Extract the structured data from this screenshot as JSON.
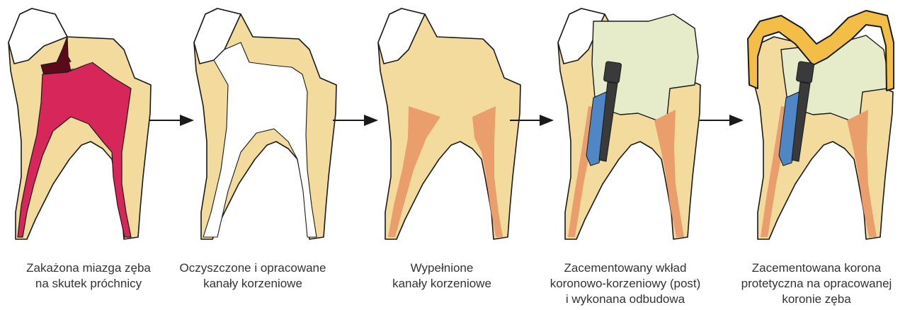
{
  "colors": {
    "dentin": "#F3DB9E",
    "enamel": "#FFFFFF",
    "outline": "#1A1A1A",
    "infected_pulp": "#D7275A",
    "decay": "#5A0A1A",
    "canal_filling": "#EA9E6C",
    "buildup": "#E6EBC9",
    "cement": "#4F86C6",
    "post": "#3A3A3A",
    "crown": "#F2BE46",
    "arrow": "#1A1A1A"
  },
  "steps": [
    {
      "icon": "infected-tooth-icon",
      "caption": [
        "Zakażona miazga zęba",
        "na skutek próchnicy"
      ]
    },
    {
      "icon": "cleaned-canals-tooth-icon",
      "caption": [
        "Oczyszczone i opracowane",
        "kanały korzeniowe"
      ]
    },
    {
      "icon": "filled-canals-tooth-icon",
      "caption": [
        "Wypełnione",
        "kanały korzeniowe"
      ]
    },
    {
      "icon": "post-buildup-tooth-icon",
      "caption": [
        "Zacementowany wkład",
        "koronowo-korzeniowy (post)",
        "i wykonana odbudowa"
      ]
    },
    {
      "icon": "crowned-tooth-icon",
      "caption": [
        "Zacementowana korona",
        "protetyczna na opracowanej",
        "koronie zęba"
      ]
    }
  ]
}
